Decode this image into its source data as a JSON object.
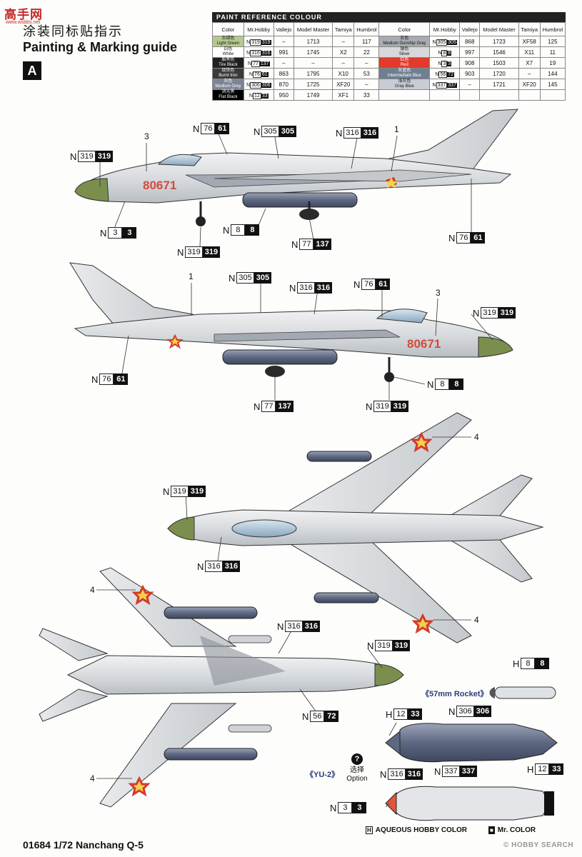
{
  "header": {
    "logo": "高手网",
    "logo_sub": "www.wsbbs.net",
    "title_cn": "涂装同标贴指示",
    "title_en": "Painting & Marking guide",
    "section_letter": "A"
  },
  "paint_table": {
    "heading": "PAINT  REFERENCE COLOUR",
    "columns": [
      "Color",
      "Mr.Hobby",
      "Vallejo",
      "Model Master",
      "Tamiya",
      "Humbrol"
    ],
    "left": [
      {
        "cn": "灰绿色",
        "en": "Light Green",
        "hobby_n": "319",
        "hobby_k": "319",
        "vallejo": "–",
        "mm": "1713",
        "tamiya": "–",
        "humbrol": "117",
        "swatch": "#b5c98e",
        "cls": "sw-lg"
      },
      {
        "cn": "白色",
        "en": "White",
        "hobby_n": "316",
        "hobby_k": "316",
        "vallejo": "991",
        "mm": "1745",
        "tamiya": "X2",
        "humbrol": "22",
        "swatch": "#ffffff",
        "cls": "sw-wh"
      },
      {
        "cn": "胎黑色",
        "en": "Tire Black",
        "hobby_n": "77",
        "hobby_k": "137",
        "vallejo": "–",
        "mm": "–",
        "tamiya": "–",
        "humbrol": "–",
        "swatch": "#1f1f1f",
        "cls": "sw-tb"
      },
      {
        "cn": "烧铁色",
        "en": "Burnt Iron",
        "hobby_n": "76",
        "hobby_k": "61",
        "vallejo": "863",
        "mm": "1795",
        "tamiya": "X10",
        "humbrol": "53",
        "swatch": "#3a3a3a",
        "cls": "sw-bi"
      },
      {
        "cn": "灰色",
        "en": "Medium Grey",
        "hobby_n": "306",
        "hobby_k": "306",
        "vallejo": "870",
        "mm": "1725",
        "tamiya": "XF20",
        "humbrol": "–",
        "swatch": "#7d8494",
        "cls": "sw-mg"
      },
      {
        "cn": "消光黑",
        "en": "Flat Black",
        "hobby_n": "12",
        "hobby_k": "33",
        "vallejo": "950",
        "mm": "1749",
        "tamiya": "XF1",
        "humbrol": "33",
        "swatch": "#000000",
        "cls": "sw-fb"
      }
    ],
    "right": [
      {
        "cn": "灰色",
        "en": "Medium Gunship Gray",
        "hobby_n": "305",
        "hobby_k": "305",
        "vallejo": "868",
        "mm": "1723",
        "tamiya": "XF58",
        "humbrol": "125",
        "swatch": "#a6acb0",
        "cls": "sw-gs"
      },
      {
        "cn": "银色",
        "en": "Silver",
        "hobby_n": "8",
        "hobby_k": "8",
        "vallejo": "997",
        "mm": "1546",
        "tamiya": "X11",
        "humbrol": "11",
        "swatch": "#d6d8da",
        "cls": "sw-sv"
      },
      {
        "cn": "红色",
        "en": "Red",
        "hobby_n": "3",
        "hobby_k": "3",
        "vallejo": "908",
        "mm": "1503",
        "tamiya": "X7",
        "humbrol": "19",
        "swatch": "#e23b2b",
        "cls": "sw-rd"
      },
      {
        "cn": "灰蓝色",
        "en": "Intermediate Blue",
        "hobby_n": "56",
        "hobby_k": "72",
        "vallejo": "903",
        "mm": "1720",
        "tamiya": "–",
        "humbrol": "144",
        "swatch": "#6f7f92",
        "cls": "sw-ib"
      },
      {
        "cn": "浅灰色",
        "en": "Gray Blue",
        "hobby_n": "337",
        "hobby_k": "337",
        "vallejo": "–",
        "mm": "1721",
        "tamiya": "XF20",
        "humbrol": "145",
        "swatch": "#c8ccd4",
        "cls": "sw-gb"
      }
    ]
  },
  "profile1": {
    "serial": "80671",
    "callouts": {
      "c1": {
        "n": "76",
        "k": "61"
      },
      "c2": {
        "n": "305",
        "k": "305"
      },
      "c3": {
        "n": "316",
        "k": "316"
      },
      "c4": {
        "n": "319",
        "k": "319"
      },
      "c5": {
        "n": "3",
        "k": "3"
      },
      "c6": {
        "n": "8",
        "k": "8"
      },
      "c7": {
        "n": "77",
        "k": "137"
      },
      "c8": {
        "n": "319",
        "k": "319"
      },
      "c9": {
        "n": "76",
        "k": "61"
      }
    },
    "marks": {
      "m1": "3",
      "m2": "1"
    }
  },
  "profile2": {
    "serial": "80671",
    "callouts": {
      "c1": {
        "n": "305",
        "k": "305"
      },
      "c2": {
        "n": "316",
        "k": "316"
      },
      "c3": {
        "n": "76",
        "k": "61"
      },
      "c4": {
        "n": "319",
        "k": "319"
      },
      "c5": {
        "n": "76",
        "k": "61"
      },
      "c6": {
        "n": "8",
        "k": "8"
      },
      "c7": {
        "n": "77",
        "k": "137"
      },
      "c8": {
        "n": "319",
        "k": "319"
      }
    },
    "marks": {
      "m1": "1",
      "m2": "3"
    }
  },
  "top_view": {
    "callouts": {
      "c1": {
        "n": "319",
        "k": "319"
      },
      "c2": {
        "n": "316",
        "k": "316"
      }
    },
    "marks": {
      "m1": "4",
      "m2": "4"
    }
  },
  "bottom_view": {
    "callouts": {
      "c1": {
        "n": "316",
        "k": "316"
      },
      "c2": {
        "n": "319",
        "k": "319"
      },
      "c3": {
        "n": "56",
        "k": "72"
      }
    },
    "marks": {
      "m1": "4",
      "m2": "4"
    }
  },
  "stores": {
    "rocket_label": "《57mm Rocket》",
    "rocket_callout": {
      "pre": "H",
      "n": "8",
      "k": "8"
    },
    "yu2_label": "《YU-2》",
    "bomb_callouts": {
      "h": {
        "pre": "H",
        "n": "12",
        "k": "33"
      },
      "n": {
        "pre": "N",
        "n": "306",
        "k": "306"
      }
    },
    "option_cn": "选择",
    "option_en": "Option",
    "option_icon": "?",
    "missile_callouts": {
      "a": {
        "pre": "N",
        "n": "316",
        "k": "316"
      },
      "b": {
        "pre": "N",
        "n": "337",
        "k": "337"
      },
      "c": {
        "pre": "H",
        "n": "12",
        "k": "33"
      },
      "d": {
        "pre": "N",
        "n": "3",
        "k": "3"
      }
    }
  },
  "footer": {
    "code": "01684 1/72 Nanchang Q-5",
    "legend_h_icon": "H",
    "legend_h": "AQUEOUS HOBBY COLOR",
    "legend_m_icon": "■",
    "legend_m": "Mr. COLOR",
    "watermark": "© HOBBY SEARCH"
  }
}
